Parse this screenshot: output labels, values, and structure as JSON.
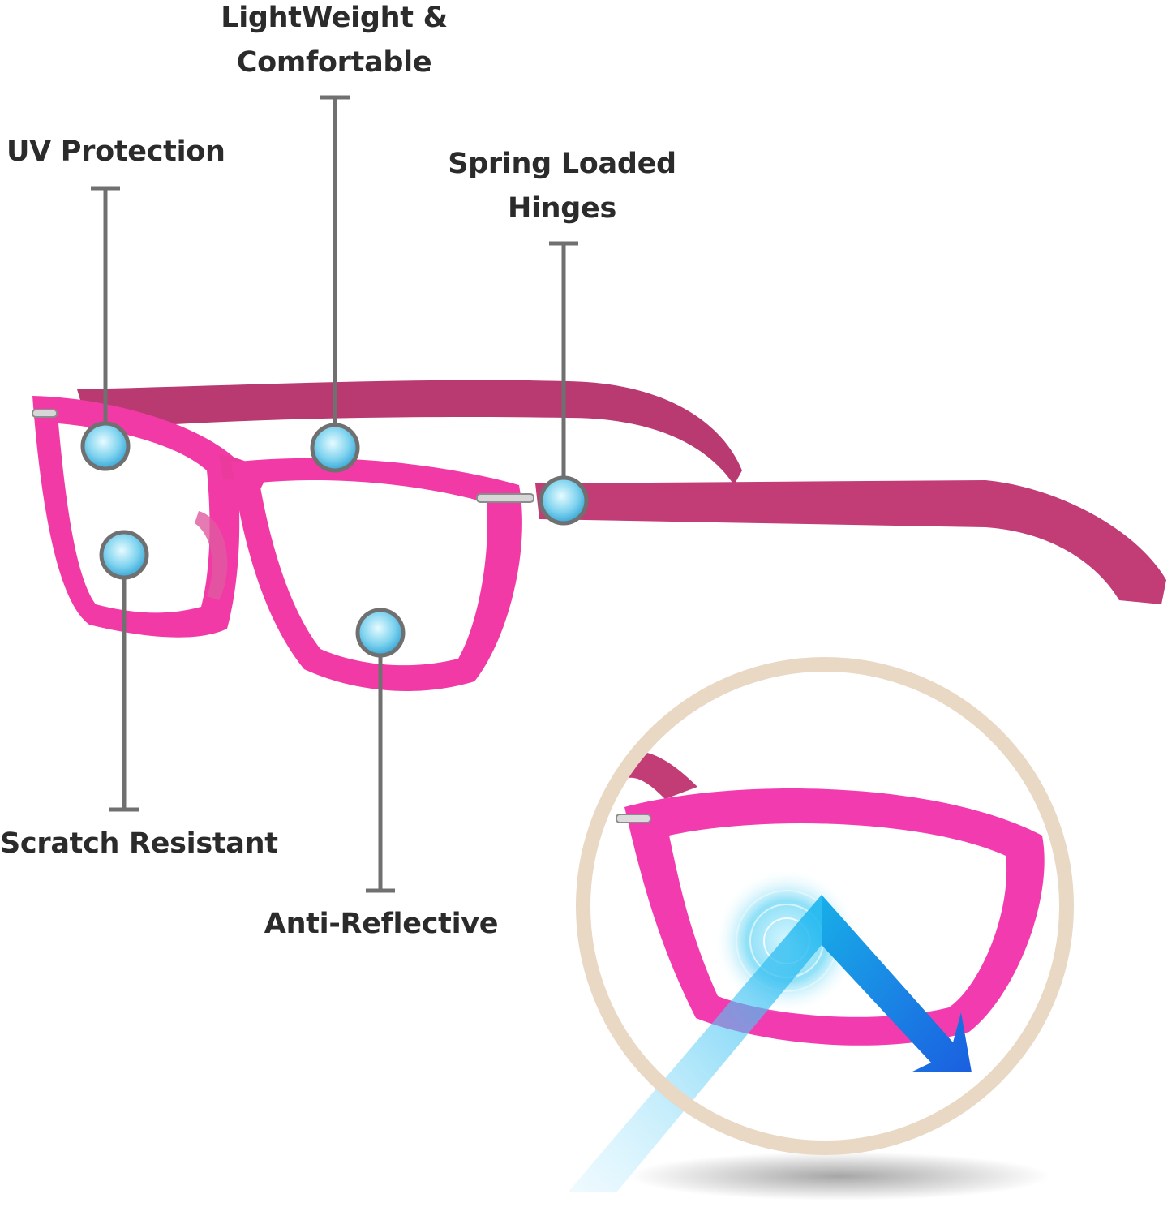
{
  "features": {
    "uv_protection": "UV Protection",
    "lightweight_line1": "LightWeight &",
    "lightweight_line2": "Comfortable",
    "spring_line1": "Spring Loaded",
    "spring_line2": "Hinges",
    "scratch_resistant": "Scratch Resistant",
    "anti_reflective": "Anti-Reflective"
  },
  "colors": {
    "frame_pink": "#f23aa6",
    "temple_pink": "#c23c75",
    "callout_gray": "#707070",
    "zoom_ring": "#e8d8c4",
    "light_ray_blue": "#1aa3e8"
  }
}
